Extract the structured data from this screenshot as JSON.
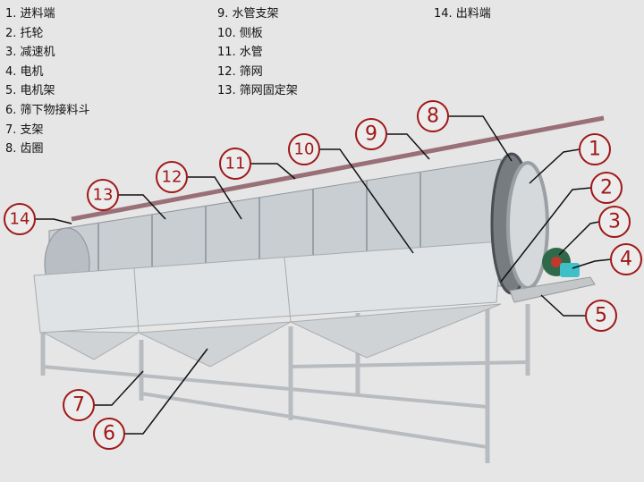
{
  "legend": {
    "col1": [
      "1. 进料端",
      "2. 托轮",
      "3. 减速机",
      "4. 电机",
      "5. 电机架",
      "6. 筛下物接料斗",
      "7. 支架",
      "8. 齿圈"
    ],
    "col2": [
      "9. 水管支架",
      "10. 侧板",
      "11. 水管",
      "12. 筛网",
      "13. 筛网固定架"
    ],
    "col3": [
      "14. 出料端"
    ]
  },
  "callouts": [
    "1",
    "2",
    "3",
    "4",
    "5",
    "6",
    "7",
    "8",
    "9",
    "10",
    "11",
    "12",
    "13",
    "14"
  ],
  "colors": {
    "callout": "#a01818",
    "pipe": "#9a7078",
    "body": "#d8dcdf",
    "motor": "#3fc0c8",
    "reducer": "#2e6a4a"
  }
}
